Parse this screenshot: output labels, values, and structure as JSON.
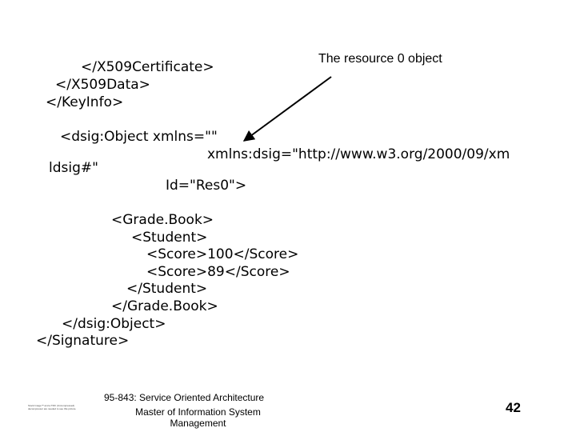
{
  "code_lines": [
    "</X509Certificate>",
    "</X509Data>",
    "</KeyInfo>",
    "<dsig:Object xmlns=\"\"",
    "xmlns:dsig=\"http://www.w3.org/2000/09/xm",
    "ldsig#\"",
    "Id=\"Res0\">",
    "<Grade.Book>",
    "<Student>",
    "<Score>100</Score>",
    "<Score>89</Score>",
    "</Student>",
    "</Grade.Book>",
    "</dsig:Object>",
    "</Signature>"
  ],
  "callout": {
    "text": "The resource 0 object"
  },
  "footer": {
    "course": "95-843: Service Oriented Architecture",
    "program": "Master of Information System Management",
    "page_number": "42",
    "tiny_note": "Stock Image™ and a TIFF (Uncompressed) decompressor are needed to see this picture."
  },
  "colors": {
    "background": "#ffffff",
    "text": "#000000",
    "arrow": "#000000"
  }
}
